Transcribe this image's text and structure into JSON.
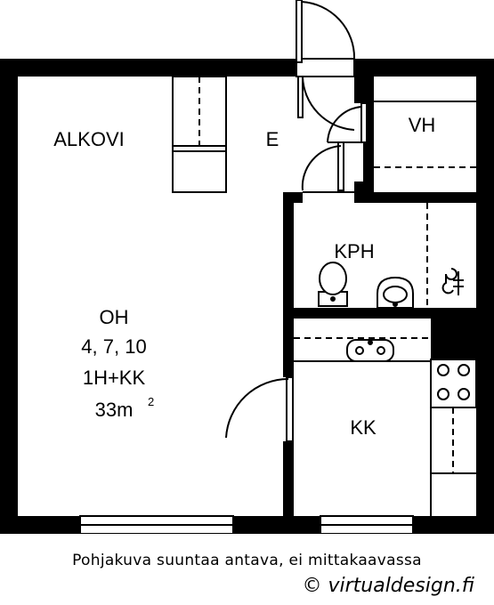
{
  "rooms": {
    "alkovi": "ALKOVI",
    "eteinen": "E",
    "vaatehuone": "VH",
    "kylpyhuone": "KPH",
    "olohuone": "OH",
    "keittio": "KK"
  },
  "apartment": {
    "numbers": "4, 7, 10",
    "type": "1H+KK",
    "area": "33m",
    "area_unit_sup": "2"
  },
  "footer": {
    "disclaimer": "Pohjakuva suuntaa antava, ei mittakaavassa",
    "copyright": "© virtualdesign.fi"
  },
  "colors": {
    "wall": "#000000",
    "background": "#ffffff"
  }
}
